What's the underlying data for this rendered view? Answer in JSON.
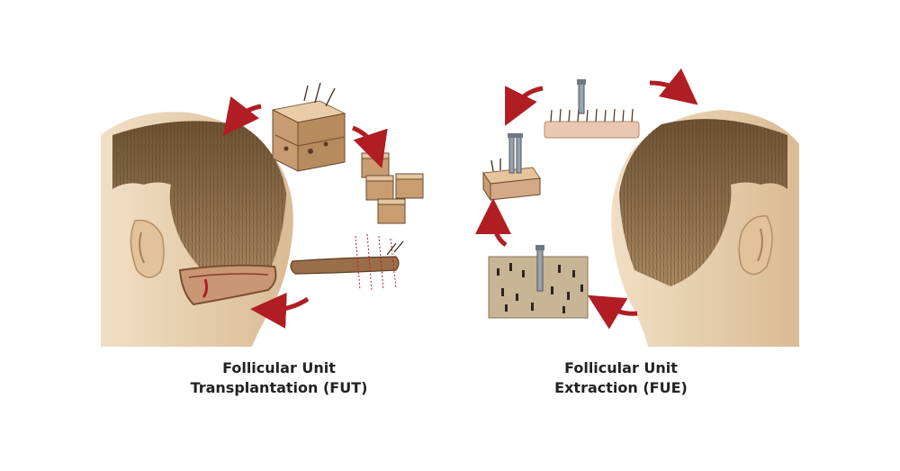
{
  "captions": {
    "fut": {
      "line1": "Follicular Unit",
      "line2": "Transplantation (FUT)"
    },
    "fue": {
      "line1": "Follicular Unit",
      "line2": "Extraction (FUE)"
    }
  },
  "colors": {
    "skin": "#e8d2b2",
    "skin_shadow": "#cfb08a",
    "hair": "#8a6a44",
    "hair_dark": "#5e4428",
    "arrow": "#b01e24",
    "tissue": "#c7a27a",
    "tissue_dark": "#6b4a2e"
  },
  "icons": {
    "arrow": "curved-red-arrow-icon",
    "tool": "punch-tool-icon"
  }
}
